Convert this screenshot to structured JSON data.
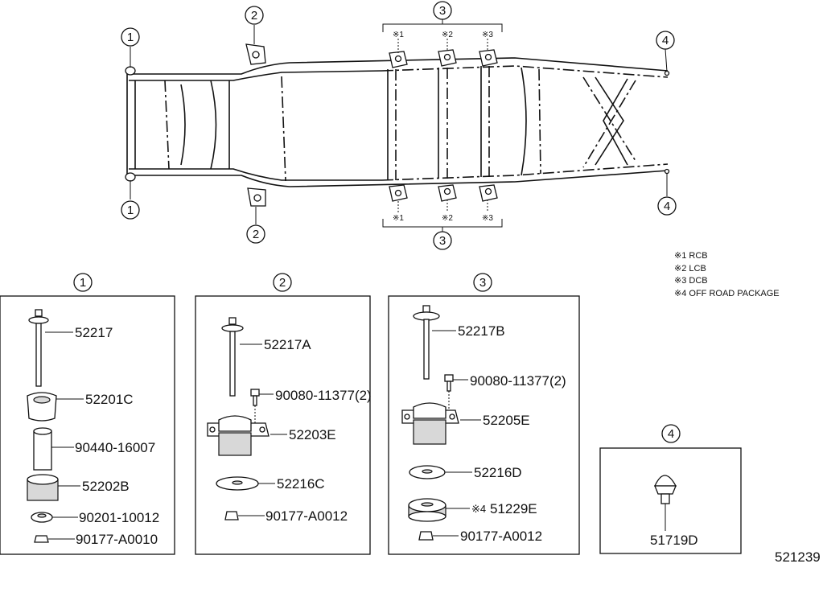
{
  "frame": {
    "callouts_top": [
      "1",
      "2",
      "3",
      "4"
    ],
    "callouts_bottom": [
      "1",
      "2",
      "3",
      "4"
    ],
    "marks_top": [
      "※1",
      "※2",
      "※3"
    ],
    "marks_bottom": [
      "※1",
      "※2",
      "※3"
    ]
  },
  "legend": [
    "※1 RCB",
    "※2 LCB",
    "※3 DCB",
    "※4 OFF ROAD PACKAGE"
  ],
  "groups": [
    {
      "number": "1",
      "parts": [
        "52217",
        "52201C",
        "90440-16007",
        "52202B",
        "90201-10012",
        "90177-A0010"
      ]
    },
    {
      "number": "2",
      "parts": [
        "52217A",
        "90080-11377(2)",
        "52203E",
        "52216C",
        "90177-A0012"
      ]
    },
    {
      "number": "3",
      "parts": [
        "52217B",
        "90080-11377(2)",
        "52205E",
        "52216D",
        "51229E",
        "90177-A0012"
      ],
      "mark_51229E": "※4"
    },
    {
      "number": "4",
      "parts": [
        "51719D"
      ]
    }
  ],
  "diagram_code": "521239"
}
